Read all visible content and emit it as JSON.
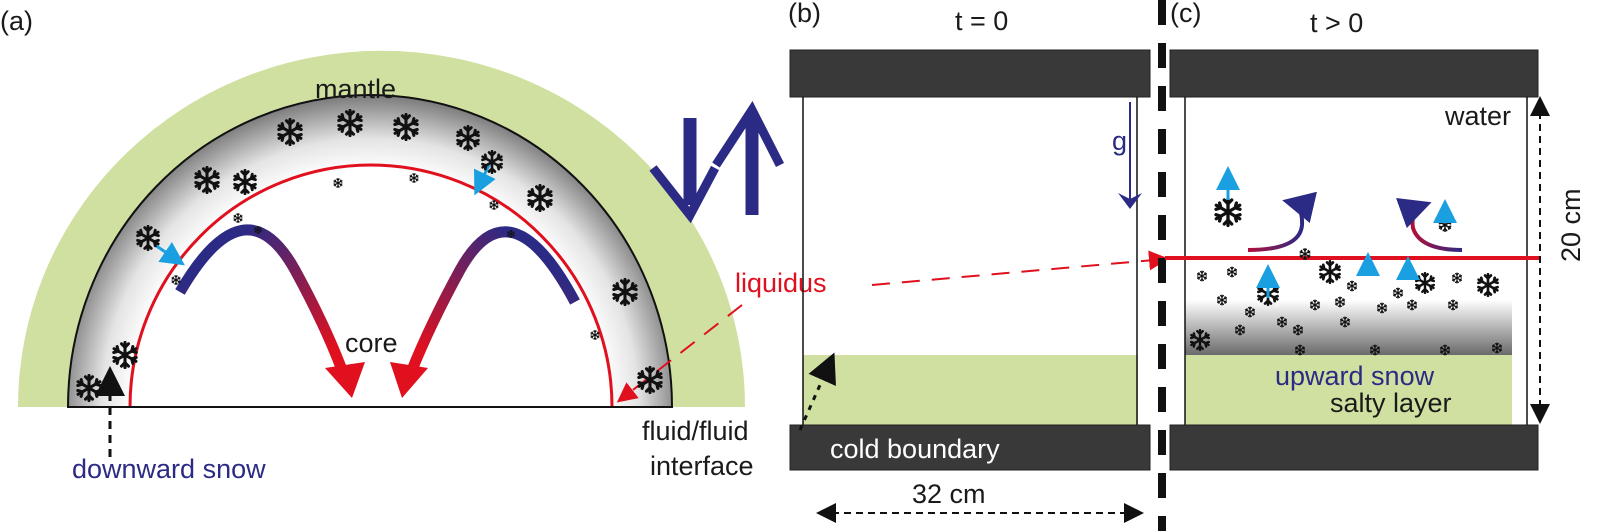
{
  "panels": {
    "a": {
      "tag": "(a)",
      "mantle": "mantle",
      "core": "core",
      "downward_snow": "downward snow"
    },
    "b": {
      "tag": "(b)",
      "time": "t = 0",
      "gravity": "g",
      "cold_boundary": "cold boundary",
      "width": "32 cm"
    },
    "c": {
      "tag": "(c)",
      "time": "t > 0",
      "water": "water",
      "upward_snow": "upward snow",
      "salty_layer": "salty layer",
      "height": "20 cm"
    }
  },
  "shared": {
    "liquidus": "liquidus",
    "interface_line1": "fluid/fluid",
    "interface_line2": "interface"
  },
  "colors": {
    "mantle": "#cfe0a0",
    "bar": "#393939",
    "liquidus": "#e0101e",
    "flow_blue": "#2b2a85",
    "snow_arrow": "#1aa0e0"
  },
  "icons": [
    "snowflake-icon",
    "arrow-icon"
  ]
}
